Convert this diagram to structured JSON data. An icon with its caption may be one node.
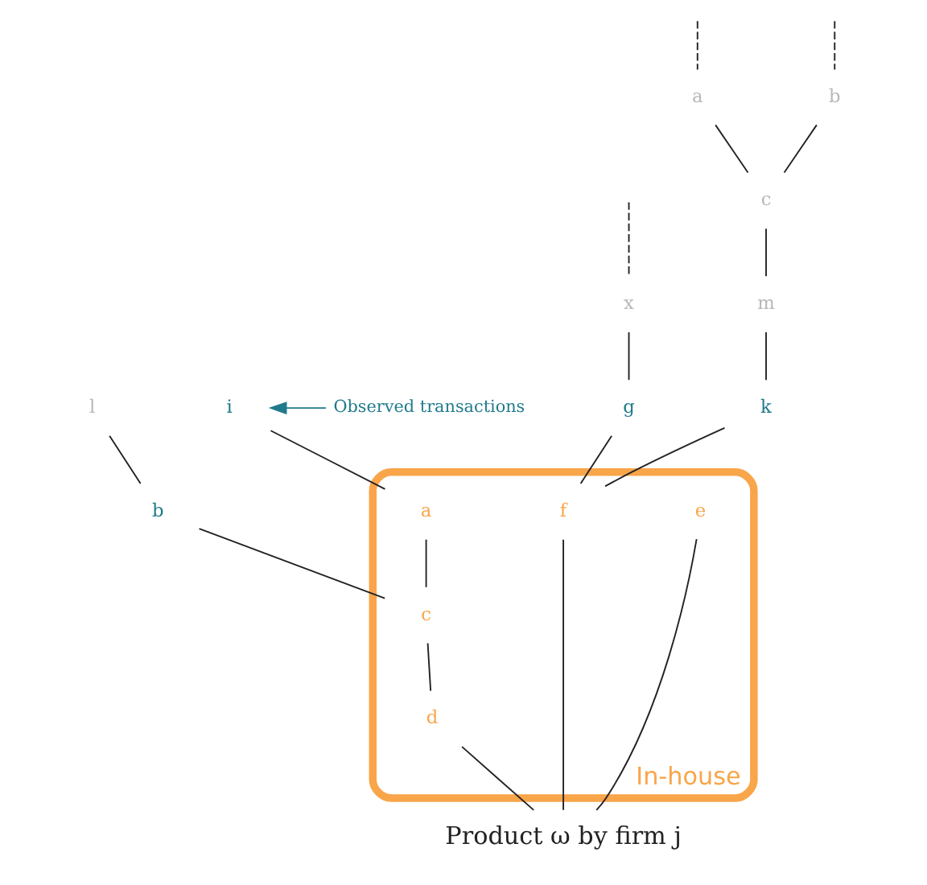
{
  "diagram": {
    "nodes": [
      {
        "text": [
          "b"
        ]
      },
      {
        "text": [
          "a"
        ]
      },
      {
        "text": [
          "c"
        ]
      },
      {
        "text": [
          "l"
        ]
      },
      {
        "text": [
          "i"
        ]
      },
      {
        "text": [
          "Observed transactions"
        ]
      },
      {
        "text": [
          "m"
        ]
      },
      {
        "text": [
          "x"
        ]
      },
      {
        "text": [
          "In-house"
        ]
      },
      {
        "text": [
          "b"
        ]
      },
      {
        "text": [
          "a"
        ],
        "in": 8
      },
      {
        "text": [
          "k"
        ]
      },
      {
        "text": [
          "g"
        ]
      },
      {
        "text": [
          "c"
        ],
        "in": 8
      },
      {
        "text": [
          "f"
        ],
        "in": 8
      },
      {
        "text": [
          "e"
        ],
        "in": 8
      },
      {
        "text": [
          "d"
        ],
        "in": 8
      },
      {
        "text": [
          "Product ω by firm j"
        ]
      }
    ],
    "edges": [
      {
        "from": null,
        "to": 0,
        "arrow": "none",
        "style": "dashed"
      },
      {
        "from": null,
        "to": 1,
        "arrow": "none",
        "style": "dashed"
      },
      {
        "from": 0,
        "to": 2,
        "arrow": "none"
      },
      {
        "from": 1,
        "to": 2,
        "arrow": "none"
      },
      {
        "from": 2,
        "to": 6,
        "arrow": "none"
      },
      {
        "from": 6,
        "to": 11,
        "arrow": "none"
      },
      {
        "from": 11,
        "to": 14,
        "arrow": "none"
      },
      {
        "from": null,
        "to": 7,
        "arrow": "none",
        "style": "dashed"
      },
      {
        "from": 7,
        "to": 12,
        "arrow": "none"
      },
      {
        "from": 12,
        "to": 14,
        "arrow": "none"
      },
      {
        "from": 3,
        "to": 9,
        "arrow": "none"
      },
      {
        "from": 4,
        "to": 10,
        "arrow": "none"
      },
      {
        "from": 9,
        "to": 13,
        "arrow": "none"
      },
      {
        "from": 10,
        "to": 13,
        "arrow": "none"
      },
      {
        "from": 13,
        "to": 16,
        "arrow": "none"
      },
      {
        "from": 14,
        "to": 17,
        "arrow": "none"
      },
      {
        "from": 15,
        "to": 17,
        "arrow": "none"
      },
      {
        "from": 16,
        "to": 17,
        "arrow": "none"
      },
      {
        "from": 5,
        "to": 4,
        "arrow": "to",
        "color": "#1f7a8c"
      }
    ]
  }
}
